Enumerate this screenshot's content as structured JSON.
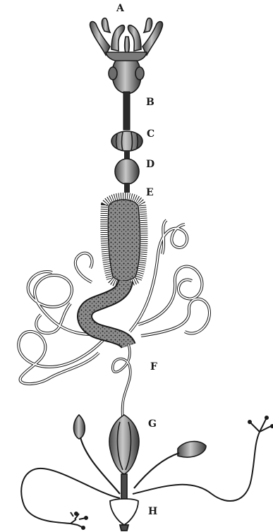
{
  "labels": {
    "a": "A",
    "b": "B",
    "c": "C",
    "d": "D",
    "e": "E",
    "f": "F",
    "g": "G",
    "h": "H"
  },
  "colors": {
    "ink": "#1a1a1a",
    "organ_fill": "#9a9a9a",
    "organ_dark": "#3a3a3a",
    "background": "#ffffff"
  }
}
